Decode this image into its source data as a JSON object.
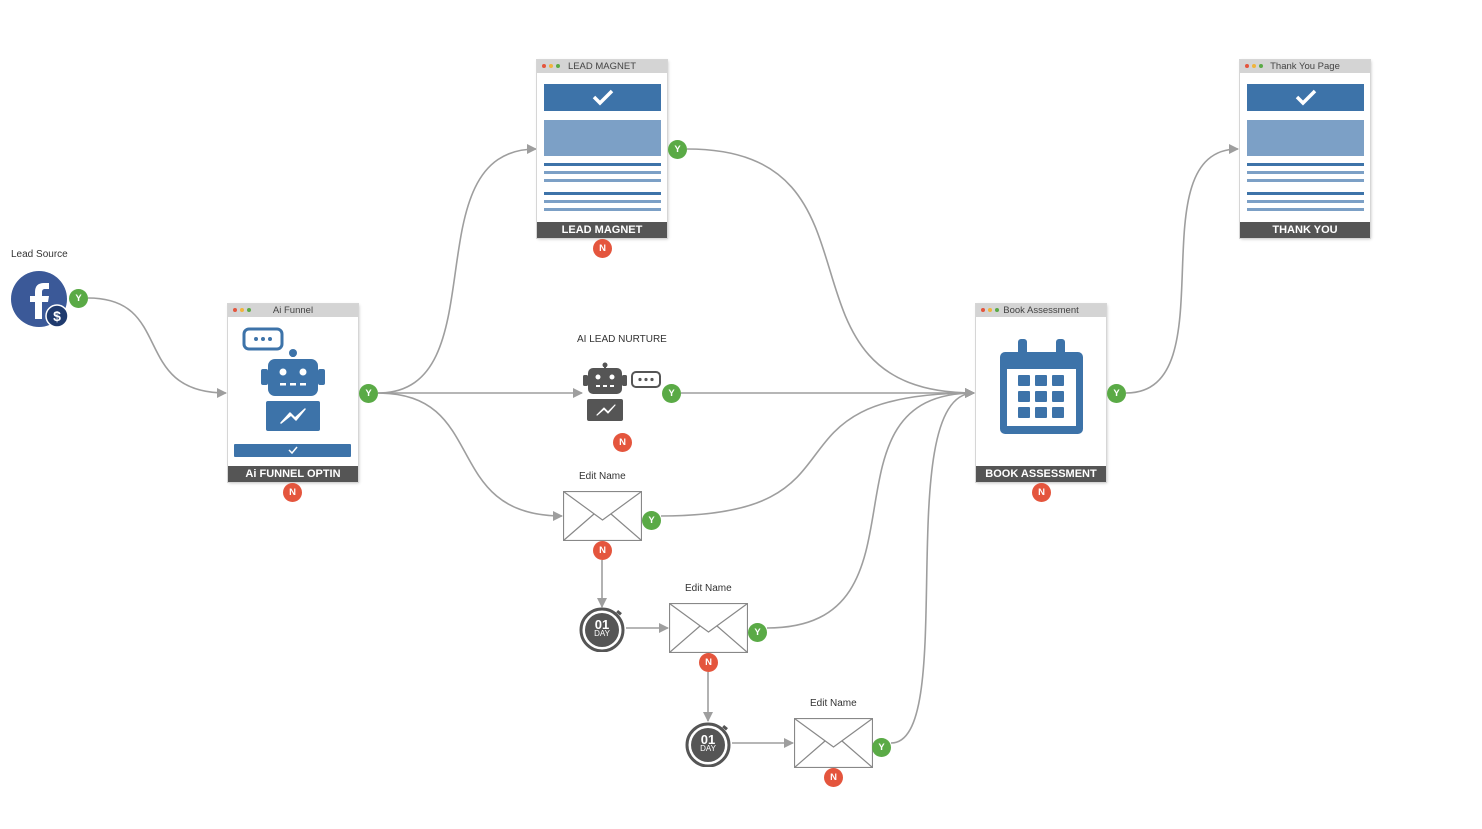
{
  "colors": {
    "edge": "#9e9e9e",
    "accent_blue": "#3d73a9",
    "light_blue": "#7ca0c6",
    "yes_badge": "#5aaa46",
    "no_badge": "#e4553d",
    "footer": "#555555",
    "titlebar": "#d4d4d4"
  },
  "lead_source": {
    "label": "Lead Source",
    "icon": "facebook-ads-icon"
  },
  "ai_funnel": {
    "title": "Ai Funnel",
    "footer": "Ai FUNNEL OPTIN",
    "icon": "chatbot-icon"
  },
  "lead_magnet": {
    "title": "LEAD MAGNET",
    "footer": "LEAD MAGNET",
    "icon": "checkmark-icon"
  },
  "thank_you": {
    "title": "Thank You Page",
    "footer": "THANK YOU",
    "icon": "checkmark-icon"
  },
  "book_assessment": {
    "title": "Book Assessment",
    "footer": "BOOK ASSESSMENT",
    "icon": "calendar-icon"
  },
  "ai_lead_nurture": {
    "label": "AI LEAD NURTURE",
    "icon": "chatbot-icon"
  },
  "email_1": {
    "label": "Edit Name",
    "icon": "envelope-icon"
  },
  "email_2": {
    "label": "Edit Name",
    "icon": "envelope-icon"
  },
  "email_3": {
    "label": "Edit Name",
    "icon": "envelope-icon"
  },
  "delay_1": {
    "number": "01",
    "unit": "DAY",
    "icon": "stopwatch-icon"
  },
  "delay_2": {
    "number": "01",
    "unit": "DAY",
    "icon": "stopwatch-icon"
  },
  "badges": {
    "yes": "Y",
    "no": "N"
  }
}
